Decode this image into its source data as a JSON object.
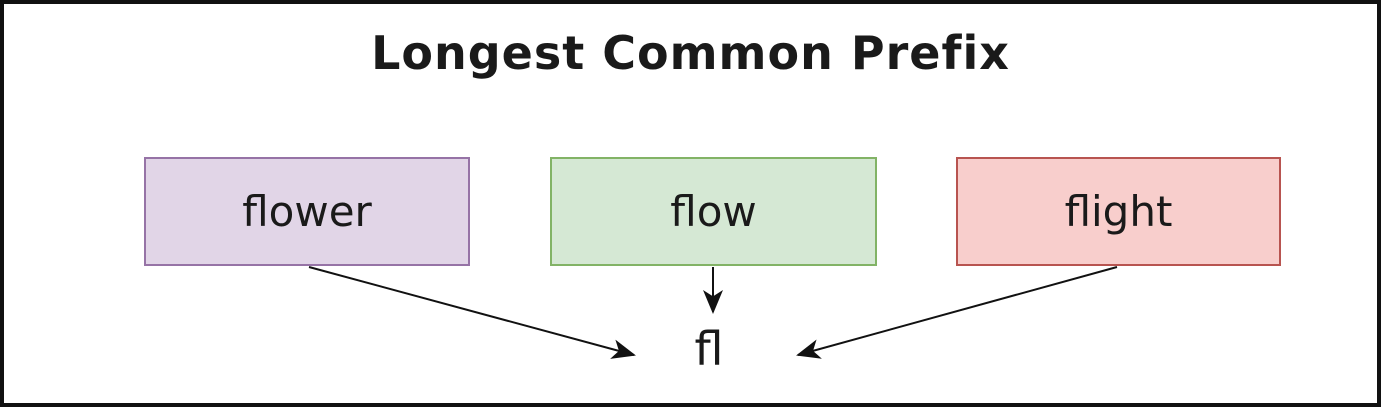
{
  "diagram": {
    "title": "Longest Common Prefix",
    "boxes": [
      {
        "label": "flower",
        "fill": "#e1d5e7",
        "border": "#9673a6"
      },
      {
        "label": "flow",
        "fill": "#d5e8d4",
        "border": "#82b366"
      },
      {
        "label": "flight",
        "fill": "#f8cecc",
        "border": "#b85450"
      }
    ],
    "result": "fl",
    "arrow_color": "#111111",
    "frame_color": "#111111"
  }
}
